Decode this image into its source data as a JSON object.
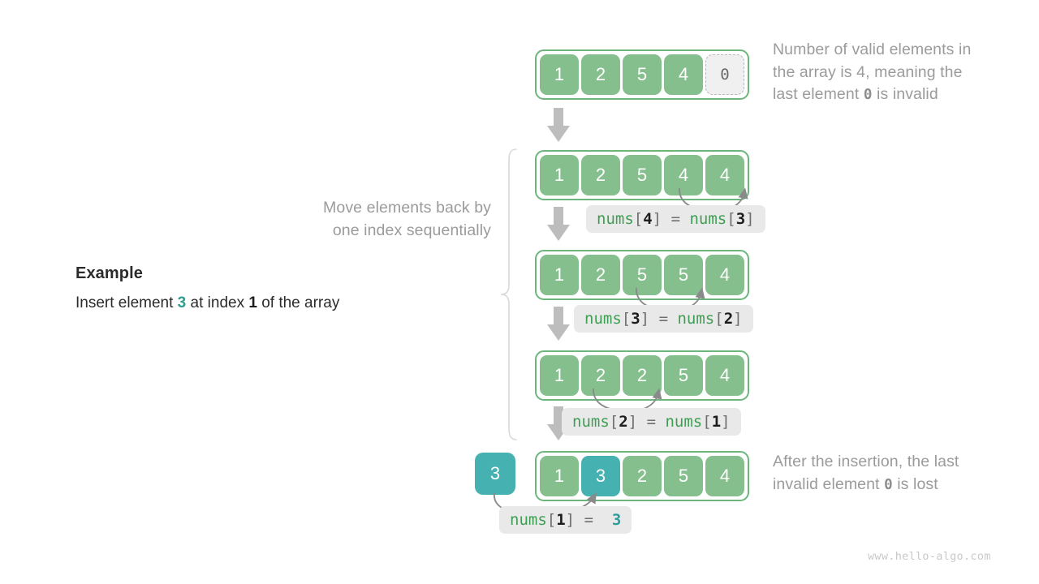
{
  "example": {
    "title": "Example",
    "desc_prefix": "Insert element ",
    "desc_value": "3",
    "desc_middle": " at index ",
    "desc_index": "1",
    "desc_suffix": " of the array"
  },
  "notes": {
    "top_line1": "Number of valid elements in",
    "top_line2": "the array is 4, meaning the",
    "top_line3_pre": "last element ",
    "top_line3_mono": "0",
    "top_line3_post": " is invalid",
    "move_line1": "Move elements back by",
    "move_line2": "one index sequentially",
    "bottom_line1": "After the insertion, the last",
    "bottom_line2_pre": "invalid element ",
    "bottom_line2_mono": "0",
    "bottom_line2_post": " is lost"
  },
  "arrays": [
    {
      "name": "array-initial",
      "cells": [
        {
          "value": "1",
          "state": "valid"
        },
        {
          "value": "2",
          "state": "valid"
        },
        {
          "value": "5",
          "state": "valid"
        },
        {
          "value": "4",
          "state": "valid"
        },
        {
          "value": "0",
          "state": "invalid"
        }
      ]
    },
    {
      "name": "array-step1",
      "cells": [
        {
          "value": "1",
          "state": "valid"
        },
        {
          "value": "2",
          "state": "valid"
        },
        {
          "value": "5",
          "state": "valid"
        },
        {
          "value": "4",
          "state": "valid"
        },
        {
          "value": "4",
          "state": "valid"
        }
      ]
    },
    {
      "name": "array-step2",
      "cells": [
        {
          "value": "1",
          "state": "valid"
        },
        {
          "value": "2",
          "state": "valid"
        },
        {
          "value": "5",
          "state": "valid"
        },
        {
          "value": "5",
          "state": "valid"
        },
        {
          "value": "4",
          "state": "valid"
        }
      ]
    },
    {
      "name": "array-step3",
      "cells": [
        {
          "value": "1",
          "state": "valid"
        },
        {
          "value": "2",
          "state": "valid"
        },
        {
          "value": "2",
          "state": "valid"
        },
        {
          "value": "5",
          "state": "valid"
        },
        {
          "value": "4",
          "state": "valid"
        }
      ]
    },
    {
      "name": "array-final",
      "cells": [
        {
          "value": "1",
          "state": "valid"
        },
        {
          "value": "3",
          "state": "teal"
        },
        {
          "value": "2",
          "state": "valid"
        },
        {
          "value": "5",
          "state": "valid"
        },
        {
          "value": "4",
          "state": "valid"
        }
      ]
    }
  ],
  "insert_box": {
    "value": "3"
  },
  "code_chips": [
    {
      "name": "chip-nums4-nums3",
      "lhs_name": "nums",
      "lhs_index": "4",
      "op": "=",
      "rhs_name": "nums",
      "rhs_index": "3",
      "rhs_literal": ""
    },
    {
      "name": "chip-nums3-nums2",
      "lhs_name": "nums",
      "lhs_index": "3",
      "op": "=",
      "rhs_name": "nums",
      "rhs_index": "2",
      "rhs_literal": ""
    },
    {
      "name": "chip-nums2-nums1",
      "lhs_name": "nums",
      "lhs_index": "2",
      "op": "=",
      "rhs_name": "nums",
      "rhs_index": "1",
      "rhs_literal": ""
    },
    {
      "name": "chip-nums1-3",
      "lhs_name": "nums",
      "lhs_index": "1",
      "op": "=",
      "rhs_name": "",
      "rhs_index": "",
      "rhs_literal": "3"
    }
  ],
  "brackets": {
    "open": "[",
    "close": "]"
  },
  "watermark": "www.hello-algo.com",
  "colors": {
    "cell_green": "#86bf8e",
    "cell_teal": "#45b1b0",
    "array_border": "#6cb67e",
    "invalid_fill": "#f0f0f0",
    "invalid_border": "#b8b8b8",
    "note_text": "#9b9b9b",
    "chip_bg": "#e9e9e9",
    "code_green": "#3f9e54",
    "accent_teal": "#2e9e8f",
    "arrow_gray": "#bdbdbd",
    "curve_gray": "#8a8a8a"
  }
}
